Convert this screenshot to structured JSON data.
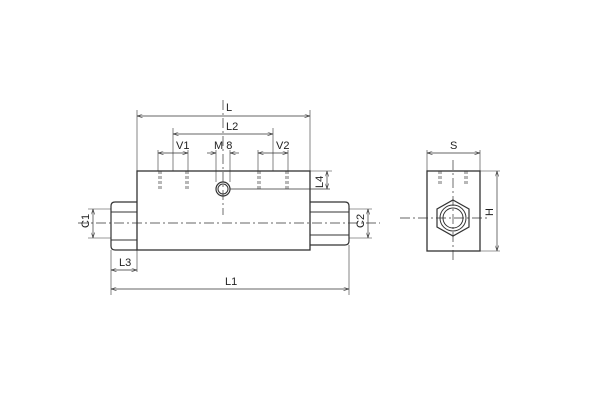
{
  "drawing": {
    "front_view": {
      "dimensions": {
        "L": "L",
        "L1": "L1",
        "L2": "L2",
        "L3": "L3",
        "L4": "L4",
        "V1": "V1",
        "V2": "V2",
        "M8": "M 8",
        "C1": "C1",
        "C2": "C2"
      }
    },
    "side_view": {
      "dimensions": {
        "S": "S",
        "H": "H"
      }
    },
    "colors": {
      "line": "#333333",
      "background": "#ffffff"
    }
  }
}
